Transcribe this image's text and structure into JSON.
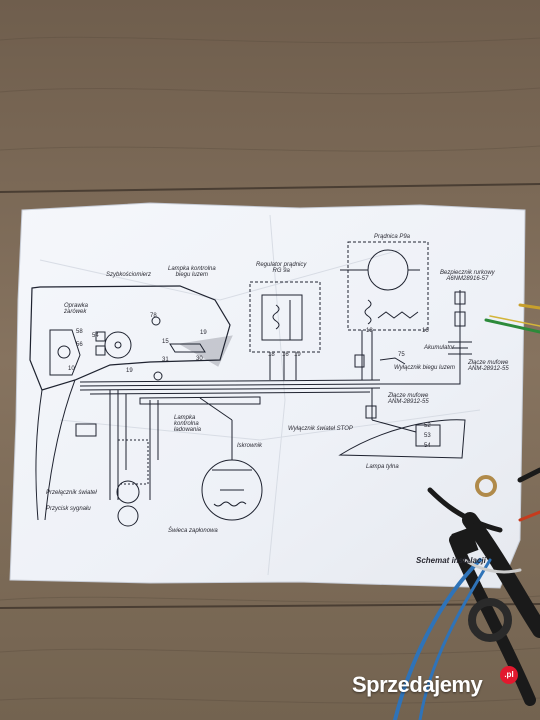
{
  "diagram": {
    "labels": {
      "szybkosciomierz": "Szybkościomierz",
      "lampka_biegu": "Lampka kontrolna\nbiegu luzem",
      "regulator": "Regulator prądnicy\nRG 9a",
      "pradnica": "Prądnica P9a",
      "bezpiecznik": "Bezpiecznik rurkowy\nA6NM28916-57",
      "oprawka": "Oprawka\nżarówek",
      "akumulator": "Akumulator",
      "wylacznik_biegu": "Wyłącznik biegu luzem",
      "zlacze1": "Złącze mufowe\nANM-28912-55",
      "zlacze2": "Złącze mufowe\nANM-28912-55",
      "lampka_ladowania": "Lampka\nkontrolna\nładowania",
      "wylacznik_stop": "Wyłącznik świateł STOP",
      "iskrownik": "Iskrownik",
      "lampa_tylna": "Lampa tylna",
      "przelacznik": "Przełącznik świateł",
      "przycisk": "Przycisk sygnału",
      "swieca": "Świeca zapłonowa",
      "schemat": "Schemat instalacji"
    },
    "terminals": {
      "t58": "58",
      "t54": "54",
      "t56": "56",
      "t10": "10",
      "t19a": "19",
      "t78": "78",
      "t19b": "19",
      "t15": "15",
      "t31": "31",
      "t30": "30",
      "t18a": "18",
      "t16": "16",
      "t19c": "19",
      "t18b": "18",
      "t75": "75",
      "t52": "52",
      "t53": "53",
      "t54b": "54",
      "t16b": "16"
    }
  },
  "watermark": {
    "brand": "Sprzedajemy",
    "suffix": ".pl"
  },
  "colors": {
    "table_wood": "#7d6b58",
    "paper": "#f3f5fa",
    "ink": "#1f2330"
  }
}
